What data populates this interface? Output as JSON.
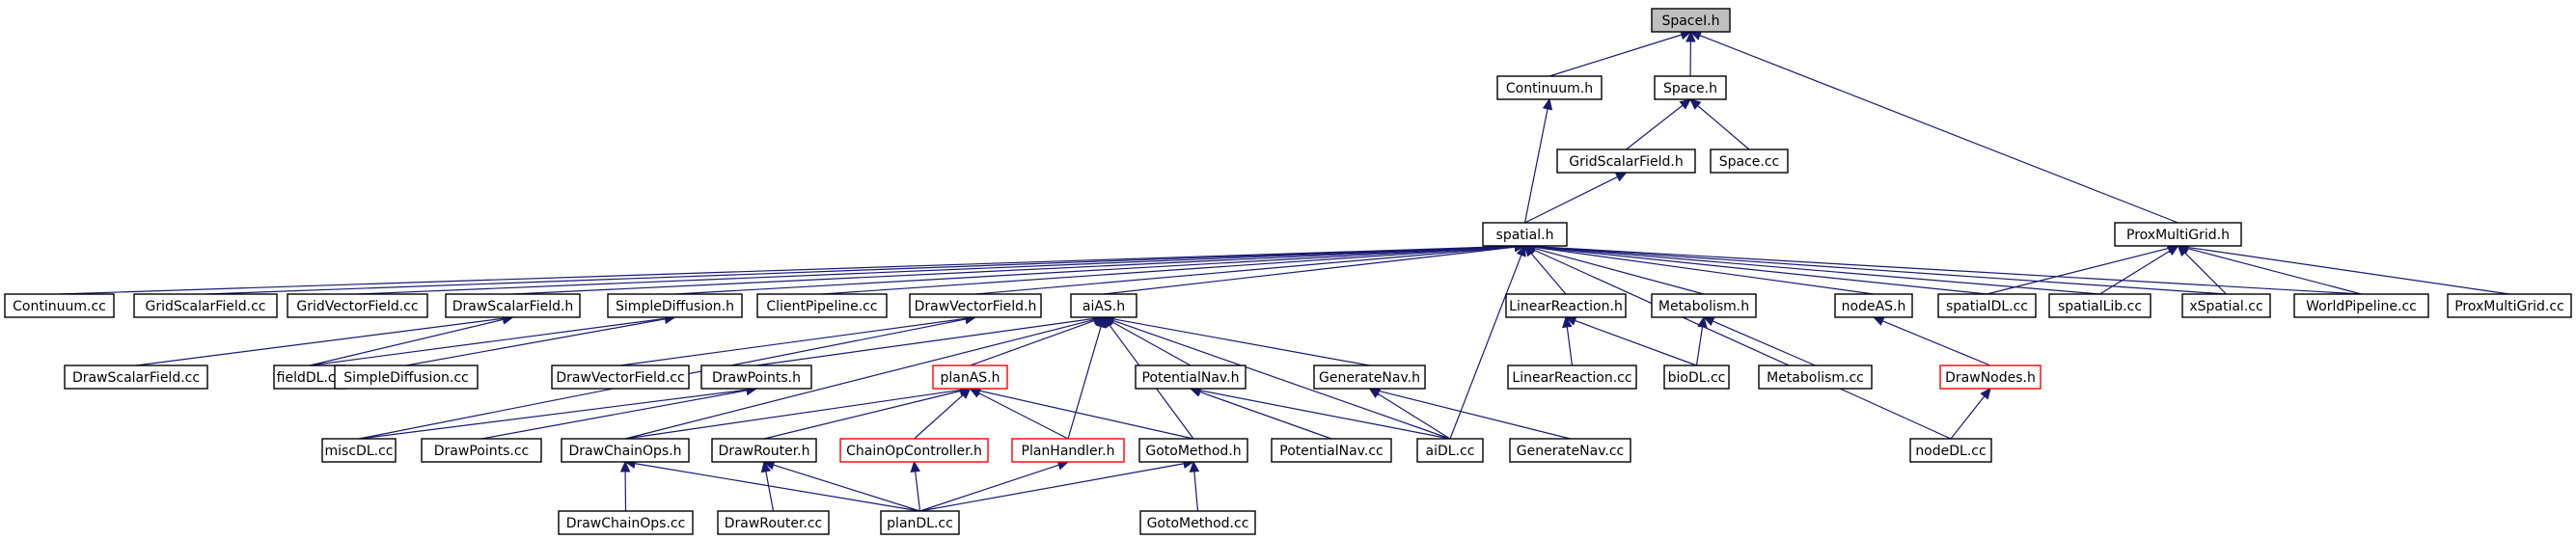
{
  "colors": {
    "edge": "#191970",
    "root_fill": "#bfbfbf",
    "border": "#000000",
    "highlight_border": "#ff0000",
    "node_fill": "#ffffff"
  },
  "nodes": [
    {
      "id": "spacei_h",
      "label": "SpaceI.h",
      "style": "root"
    },
    {
      "id": "continuum_h",
      "label": "Continuum.h"
    },
    {
      "id": "space_h",
      "label": "Space.h"
    },
    {
      "id": "gridscalarfield_h",
      "label": "GridScalarField.h"
    },
    {
      "id": "space_cc",
      "label": "Space.cc"
    },
    {
      "id": "proxmultigrid_h",
      "label": "ProxMultiGrid.h"
    },
    {
      "id": "spatial_h",
      "label": "spatial.h"
    },
    {
      "id": "continuum_cc",
      "label": "Continuum.cc"
    },
    {
      "id": "gridscalarfield_cc",
      "label": "GridScalarField.cc"
    },
    {
      "id": "gridvectorfield_cc",
      "label": "GridVectorField.cc"
    },
    {
      "id": "drawscalarfield_h",
      "label": "DrawScalarField.h"
    },
    {
      "id": "simplediffusion_h",
      "label": "SimpleDiffusion.h"
    },
    {
      "id": "clientpipeline_cc",
      "label": "ClientPipeline.cc"
    },
    {
      "id": "drawvectorfield_h",
      "label": "DrawVectorField.h"
    },
    {
      "id": "aias_h",
      "label": "aiAS.h"
    },
    {
      "id": "linearreaction_h",
      "label": "LinearReaction.h"
    },
    {
      "id": "metabolism_h",
      "label": "Metabolism.h"
    },
    {
      "id": "nodeas_h",
      "label": "nodeAS.h"
    },
    {
      "id": "spatialdl_cc",
      "label": "spatialDL.cc"
    },
    {
      "id": "spatiallib_cc",
      "label": "spatialLib.cc"
    },
    {
      "id": "xspatial_cc",
      "label": "xSpatial.cc"
    },
    {
      "id": "worldpipeline_cc",
      "label": "WorldPipeline.cc"
    },
    {
      "id": "proxmultigrid_cc",
      "label": "ProxMultiGrid.cc"
    },
    {
      "id": "drawscalarfield_cc",
      "label": "DrawScalarField.cc"
    },
    {
      "id": "fielddl_cc",
      "label": "fieldDL.cc"
    },
    {
      "id": "simplediffusion_cc",
      "label": "SimpleDiffusion.cc"
    },
    {
      "id": "drawvectorfield_cc",
      "label": "DrawVectorField.cc"
    },
    {
      "id": "drawpoints_h",
      "label": "DrawPoints.h"
    },
    {
      "id": "planas_h",
      "label": "planAS.h",
      "style": "red"
    },
    {
      "id": "potentialnav_h",
      "label": "PotentialNav.h"
    },
    {
      "id": "generatenav_h",
      "label": "GenerateNav.h"
    },
    {
      "id": "linearreaction_cc",
      "label": "LinearReaction.cc"
    },
    {
      "id": "biodl_cc",
      "label": "bioDL.cc"
    },
    {
      "id": "metabolism_cc",
      "label": "Metabolism.cc"
    },
    {
      "id": "drawnodes_h",
      "label": "DrawNodes.h",
      "style": "red"
    },
    {
      "id": "miscdl_cc",
      "label": "miscDL.cc"
    },
    {
      "id": "drawpoints_cc",
      "label": "DrawPoints.cc"
    },
    {
      "id": "drawchainops_h",
      "label": "DrawChainOps.h"
    },
    {
      "id": "drawrouter_h",
      "label": "DrawRouter.h"
    },
    {
      "id": "chainopcontroller_h",
      "label": "ChainOpController.h",
      "style": "red"
    },
    {
      "id": "planhandler_h",
      "label": "PlanHandler.h",
      "style": "red"
    },
    {
      "id": "gotomethod_h",
      "label": "GotoMethod.h"
    },
    {
      "id": "potentialnav_cc",
      "label": "PotentialNav.cc"
    },
    {
      "id": "aidl_cc",
      "label": "aiDL.cc"
    },
    {
      "id": "generatenav_cc",
      "label": "GenerateNav.cc"
    },
    {
      "id": "nodedl_cc",
      "label": "nodeDL.cc"
    },
    {
      "id": "drawchainops_cc",
      "label": "DrawChainOps.cc"
    },
    {
      "id": "drawrouter_cc",
      "label": "DrawRouter.cc"
    },
    {
      "id": "plandl_cc",
      "label": "planDL.cc"
    },
    {
      "id": "gotomethod_cc",
      "label": "GotoMethod.cc"
    }
  ],
  "edges": [
    [
      "continuum_h",
      "spacei_h"
    ],
    [
      "space_h",
      "spacei_h"
    ],
    [
      "proxmultigrid_h",
      "spacei_h"
    ],
    [
      "spatial_h",
      "continuum_h"
    ],
    [
      "gridscalarfield_h",
      "space_h"
    ],
    [
      "space_cc",
      "space_h"
    ],
    [
      "spatial_h",
      "gridscalarfield_h"
    ],
    [
      "spatialdl_cc",
      "proxmultigrid_h"
    ],
    [
      "spatiallib_cc",
      "proxmultigrid_h"
    ],
    [
      "xspatial_cc",
      "proxmultigrid_h"
    ],
    [
      "worldpipeline_cc",
      "proxmultigrid_h"
    ],
    [
      "proxmultigrid_cc",
      "proxmultigrid_h"
    ],
    [
      "continuum_cc",
      "spatial_h"
    ],
    [
      "gridscalarfield_cc",
      "spatial_h"
    ],
    [
      "gridvectorfield_cc",
      "spatial_h"
    ],
    [
      "drawscalarfield_h",
      "spatial_h"
    ],
    [
      "simplediffusion_h",
      "spatial_h"
    ],
    [
      "clientpipeline_cc",
      "spatial_h"
    ],
    [
      "drawvectorfield_h",
      "spatial_h"
    ],
    [
      "aias_h",
      "spatial_h"
    ],
    [
      "linearreaction_h",
      "spatial_h"
    ],
    [
      "metabolism_h",
      "spatial_h"
    ],
    [
      "nodeas_h",
      "spatial_h"
    ],
    [
      "spatialdl_cc",
      "spatial_h"
    ],
    [
      "spatiallib_cc",
      "spatial_h"
    ],
    [
      "xspatial_cc",
      "spatial_h"
    ],
    [
      "worldpipeline_cc",
      "spatial_h"
    ],
    [
      "aidl_cc",
      "spatial_h"
    ],
    [
      "nodedl_cc",
      "spatial_h"
    ],
    [
      "drawscalarfield_cc",
      "drawscalarfield_h"
    ],
    [
      "fielddl_cc",
      "drawscalarfield_h"
    ],
    [
      "fielddl_cc",
      "simplediffusion_h"
    ],
    [
      "simplediffusion_cc",
      "simplediffusion_h"
    ],
    [
      "drawvectorfield_cc",
      "drawvectorfield_h"
    ],
    [
      "miscdl_cc",
      "drawvectorfield_h"
    ],
    [
      "drawpoints_h",
      "aias_h"
    ],
    [
      "planas_h",
      "aias_h"
    ],
    [
      "potentialnav_h",
      "aias_h"
    ],
    [
      "generatenav_h",
      "aias_h"
    ],
    [
      "drawchainops_h",
      "aias_h"
    ],
    [
      "planhandler_h",
      "aias_h"
    ],
    [
      "gotomethod_h",
      "aias_h"
    ],
    [
      "aidl_cc",
      "aias_h"
    ],
    [
      "linearreaction_cc",
      "linearreaction_h"
    ],
    [
      "biodl_cc",
      "linearreaction_h"
    ],
    [
      "biodl_cc",
      "metabolism_h"
    ],
    [
      "metabolism_cc",
      "metabolism_h"
    ],
    [
      "drawnodes_h",
      "nodeas_h"
    ],
    [
      "nodedl_cc",
      "drawnodes_h"
    ],
    [
      "miscdl_cc",
      "drawpoints_h"
    ],
    [
      "drawpoints_cc",
      "drawpoints_h"
    ],
    [
      "drawchainops_h",
      "planas_h"
    ],
    [
      "drawrouter_h",
      "planas_h"
    ],
    [
      "chainopcontroller_h",
      "planas_h"
    ],
    [
      "planhandler_h",
      "planas_h"
    ],
    [
      "gotomethod_h",
      "planas_h"
    ],
    [
      "potentialnav_cc",
      "potentialnav_h"
    ],
    [
      "aidl_cc",
      "potentialnav_h"
    ],
    [
      "aidl_cc",
      "generatenav_h"
    ],
    [
      "generatenav_cc",
      "generatenav_h"
    ],
    [
      "drawchainops_cc",
      "drawchainops_h"
    ],
    [
      "plandl_cc",
      "drawchainops_h"
    ],
    [
      "drawrouter_cc",
      "drawrouter_h"
    ],
    [
      "plandl_cc",
      "drawrouter_h"
    ],
    [
      "plandl_cc",
      "chainopcontroller_h"
    ],
    [
      "plandl_cc",
      "planhandler_h"
    ],
    [
      "plandl_cc",
      "gotomethod_h"
    ],
    [
      "gotomethod_cc",
      "gotomethod_h"
    ]
  ]
}
